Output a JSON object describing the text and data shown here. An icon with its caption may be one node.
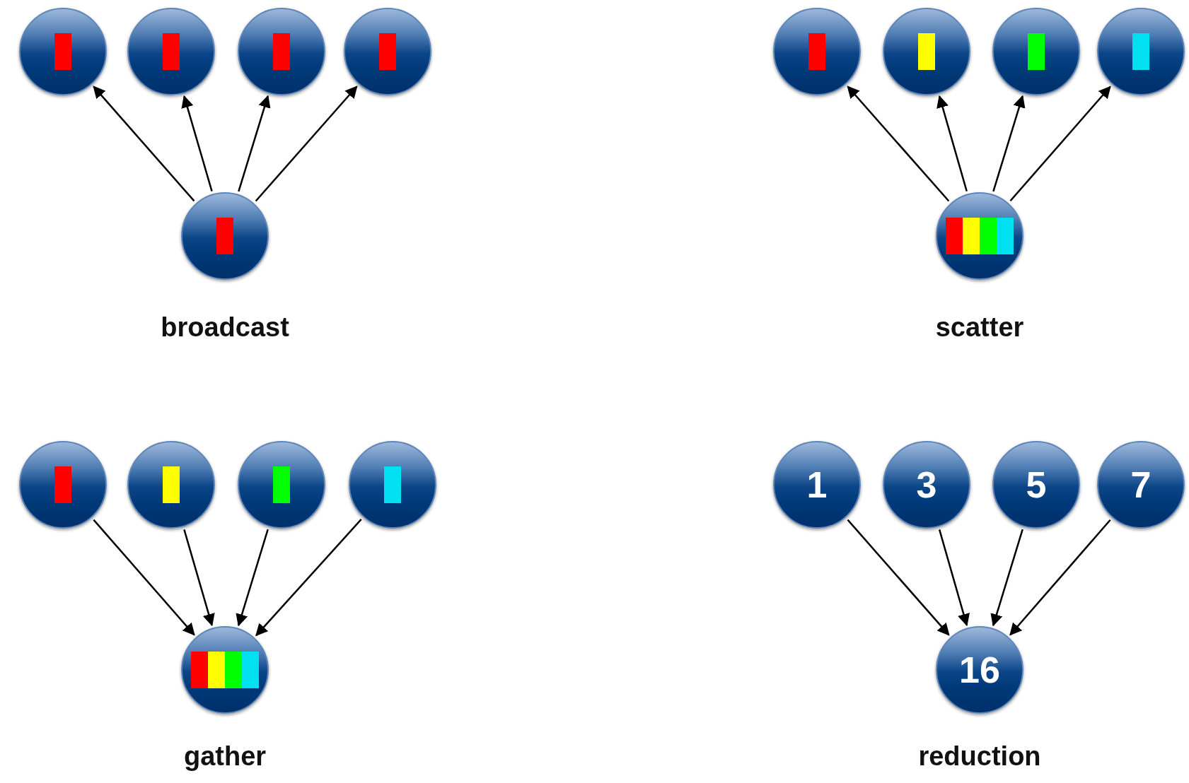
{
  "diagram": {
    "nodes": [
      {
        "text": [],
        "shape": "circle"
      },
      {
        "text": [],
        "shape": "circle"
      },
      {
        "text": [],
        "shape": "circle"
      },
      {
        "text": [],
        "shape": "circle"
      },
      {
        "text": [],
        "shape": "circle"
      },
      {
        "text": [],
        "shape": "circle"
      },
      {
        "text": [],
        "shape": "circle"
      },
      {
        "text": [],
        "shape": "circle"
      },
      {
        "text": [],
        "shape": "circle"
      },
      {
        "text": [],
        "shape": "circle"
      },
      {
        "text": [],
        "shape": "circle"
      },
      {
        "text": [],
        "shape": "circle"
      },
      {
        "text": [],
        "shape": "circle"
      },
      {
        "text": [],
        "shape": "circle"
      },
      {
        "text": [
          "1"
        ]
      },
      {
        "text": [
          "3"
        ]
      },
      {
        "text": [
          "5"
        ]
      },
      {
        "text": [
          "7"
        ]
      },
      {
        "text": [],
        "shape": "circle"
      },
      {
        "text": [
          "16"
        ]
      }
    ],
    "edges": [
      {
        "from": 8,
        "to": 0,
        "arrow": "to"
      },
      {
        "from": 8,
        "to": 1,
        "arrow": "to"
      },
      {
        "from": 8,
        "to": 2,
        "arrow": "to"
      },
      {
        "from": 8,
        "to": 3,
        "arrow": "to"
      },
      {
        "from": 9,
        "to": 4,
        "arrow": "to"
      },
      {
        "from": 9,
        "to": 5,
        "arrow": "to"
      },
      {
        "from": 9,
        "to": 6,
        "arrow": "to"
      },
      {
        "from": 9,
        "to": 7,
        "arrow": "to"
      },
      {
        "from": 10,
        "to": 18,
        "arrow": "to"
      },
      {
        "from": 11,
        "to": 18,
        "arrow": "to"
      },
      {
        "from": 12,
        "to": 18,
        "arrow": "to"
      },
      {
        "from": 13,
        "to": 18,
        "arrow": "to"
      },
      {
        "from": 14,
        "to": 19,
        "arrow": "to"
      },
      {
        "from": 15,
        "to": 19,
        "arrow": "to"
      },
      {
        "from": 16,
        "to": 19,
        "arrow": "to"
      },
      {
        "from": 17,
        "to": 19,
        "arrow": "to"
      }
    ],
    "labels": [
      "broadcast",
      "scatter",
      "gather",
      "reduction"
    ]
  }
}
